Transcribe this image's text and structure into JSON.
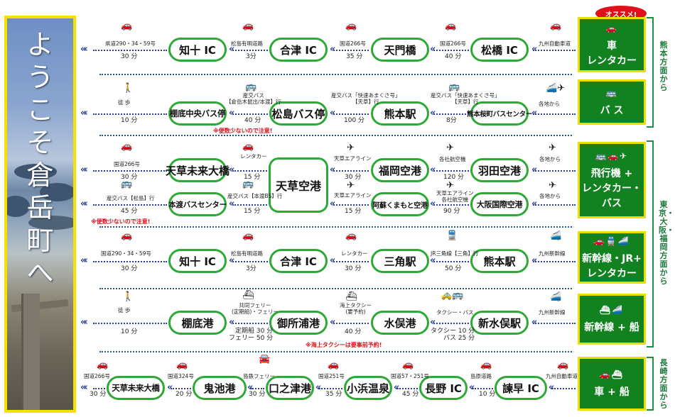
{
  "welcome": {
    "title_chars": [
      "よ",
      "う",
      "こ",
      "そ",
      "倉",
      "岳",
      "町",
      "へ"
    ]
  },
  "rows": [
    {
      "mode": "車\nレンタカー",
      "mode_icon": "car-icon",
      "side_badge": "オススメ!",
      "stations": [
        "知十 IC",
        "合津 IC",
        "天門橋",
        "松橋 IC"
      ],
      "labels": [
        "県道290・34・59号",
        "松島有明道路",
        "国道266号",
        "国道266号",
        "九州自動車道"
      ],
      "times": [
        "30 分",
        "3分",
        "35 分",
        "40 分"
      ]
    },
    {
      "mode": "バ ス",
      "mode_icon": "bus-icon",
      "stations": [
        "棚底中央バス停",
        "松島バス停",
        "熊本駅",
        "熊本桜町バスセンター"
      ],
      "labels": [
        "徒 歩",
        "産交バス\n【倉岳木鼠出/本渡】行",
        "産交バス「快速あまくさ号」\n【天草】行",
        "産交バス「快速あまくさ号」\n【天草】行",
        "各地から"
      ],
      "times": [
        "10 分",
        "40 分",
        "100 分",
        "8分"
      ],
      "warn": "※便数少ないので注意!"
    },
    {
      "mode": "飛行機 +\nレンタカー・\nバス",
      "mode_icon": "plane-icon",
      "center": "天草空港",
      "stations_top": [
        "天草未来大橋",
        "福岡空港",
        "羽田空港"
      ],
      "stations_bottom": [
        "本渡バスセンター",
        "阿蘇くまもと空港",
        "大阪国際空港"
      ],
      "labels_top": [
        "国道266号",
        "レンタカー",
        "天草エアライン",
        "各社航空機",
        "各地から"
      ],
      "labels_bottom": [
        "産交バス【松島】行",
        "産交バス【本渡BS】行",
        "天草エアライン",
        "天草エアライン\n各社航空機",
        "各地から"
      ],
      "times_top": [
        "30 分",
        "15 分",
        "30 分",
        "120 分"
      ],
      "times_bottom": [
        "45 分",
        "15 分",
        "15 分",
        "90 分"
      ],
      "warn": "※便数少ないので注意!"
    },
    {
      "mode": "新幹線・JR+\nレンタカー",
      "mode_icon": "train-icon",
      "stations": [
        "知十 IC",
        "合津 IC",
        "三角駅",
        "熊本駅"
      ],
      "labels": [
        "国道290・34・59号",
        "松島有明道路",
        "レンタカー",
        "JR三角線【三角】行",
        "九州新幹線"
      ],
      "times": [
        "30 分",
        "3分",
        "30 分",
        "50 分"
      ]
    },
    {
      "mode": "新幹線 + 船",
      "mode_icon": "ship-icon",
      "stations": [
        "棚底港",
        "御所浦港",
        "水俣港",
        "新水俣駅"
      ],
      "labels": [
        "徒 歩",
        "共同フェリー\n(定期船)・フェリー",
        "海上タクシー\n(要予約)",
        "タクシー・バス",
        "九州新幹線"
      ],
      "times": [
        "10 分",
        "定期船 30 分\nフェリー 50 分",
        "40 分",
        "タクシー 10 分\nバス 25 分"
      ],
      "warn": "※海上タクシーは要事前予約!"
    },
    {
      "mode": "車 + 船",
      "mode_icon": "car-ship-icon",
      "stations": [
        "天草未来大橋",
        "鬼池港",
        "口之津港",
        "小浜温泉",
        "長野 IC",
        "諫早 IC"
      ],
      "labels": [
        "国道266号",
        "国道324号",
        "島鉄フェリー",
        "国道251号",
        "国道57・251号",
        "島原道路",
        "九州自動車道"
      ],
      "times": [
        "30 分",
        "20 分",
        "30 分",
        "35 分",
        "45 分",
        "10 分"
      ]
    }
  ],
  "side_labels": {
    "kumamoto": "熊本方面から",
    "tokyo": "東京・大阪・福岡方面から",
    "nagasaki": "長崎方面から"
  }
}
